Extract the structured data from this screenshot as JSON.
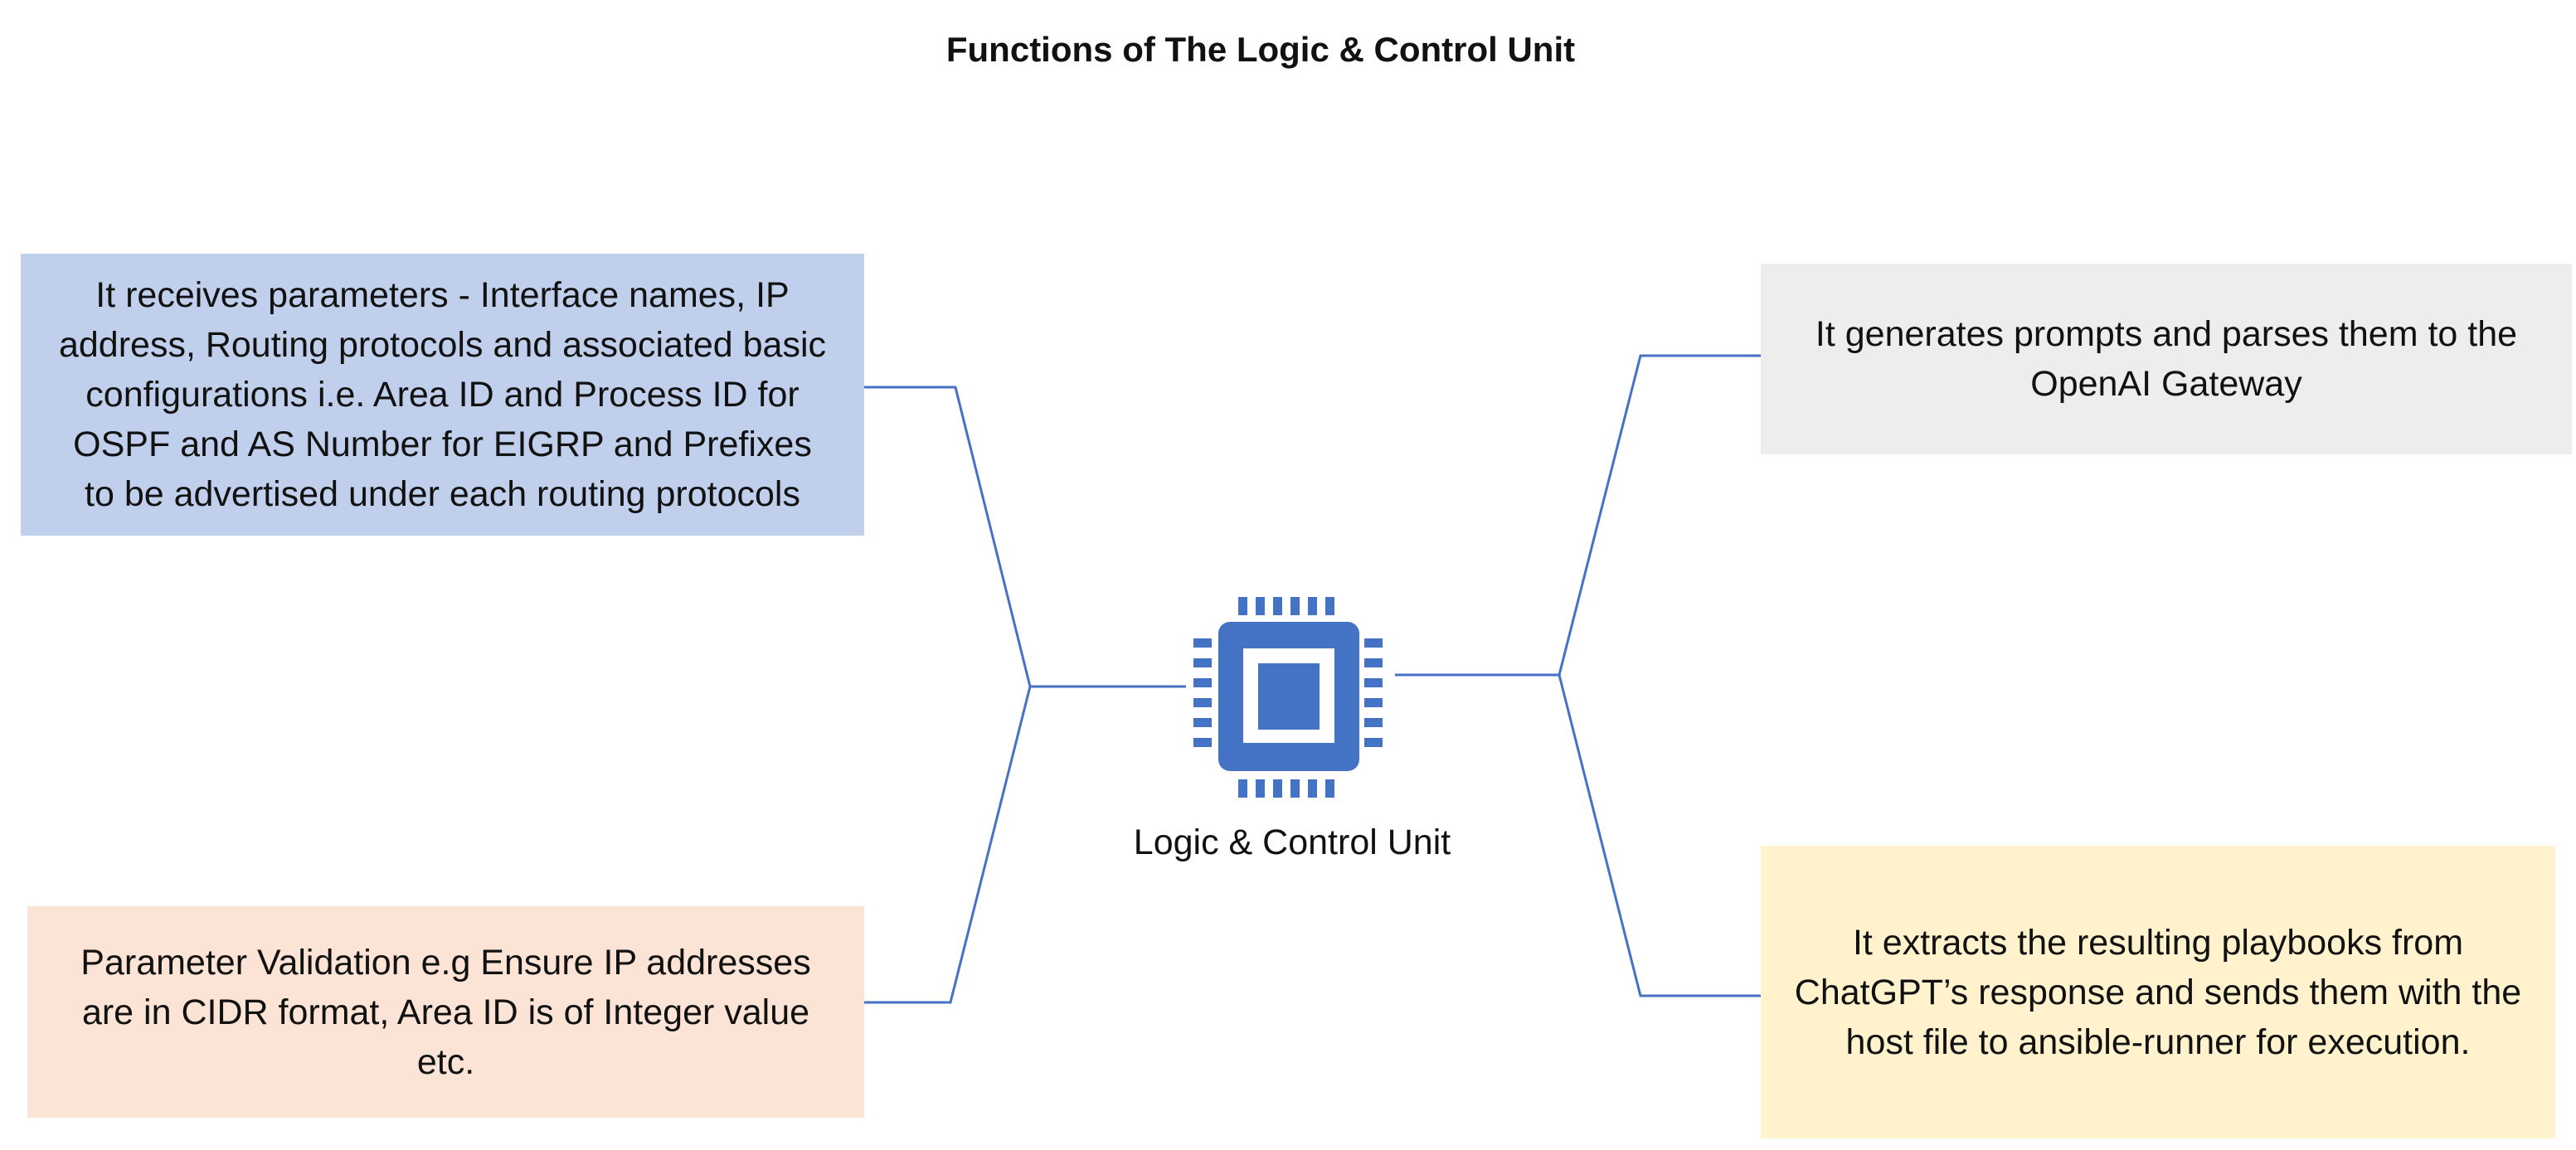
{
  "diagram": {
    "title": "Functions of The Logic & Control Unit",
    "center": {
      "label": "Logic & Control Unit",
      "icon": "cpu-chip-icon",
      "icon_color": "#4472C4"
    },
    "boxes": {
      "receive_parameters": {
        "text": "It receives parameters - Interface names, IP address, Routing protocols and associated basic configurations i.e. Area ID and Process ID for OSPF and AS Number for EIGRP and Prefixes to be advertised under each routing protocols",
        "fill": "#C0D0EC"
      },
      "parameter_validation": {
        "text": "Parameter Validation e.g Ensure IP addresses are in CIDR format, Area ID is of Integer value etc.",
        "fill": "#FBE4D5"
      },
      "generate_prompts": {
        "text": "It generates prompts and parses them to the OpenAI Gateway",
        "fill": "#EDEDED"
      },
      "extract_playbooks": {
        "text": "It extracts the resulting playbooks from ChatGPT’s response and sends them with the host file to ansible-runner for execution.",
        "fill": "#FFF2CC"
      }
    },
    "connector_color": "#4472C4"
  }
}
